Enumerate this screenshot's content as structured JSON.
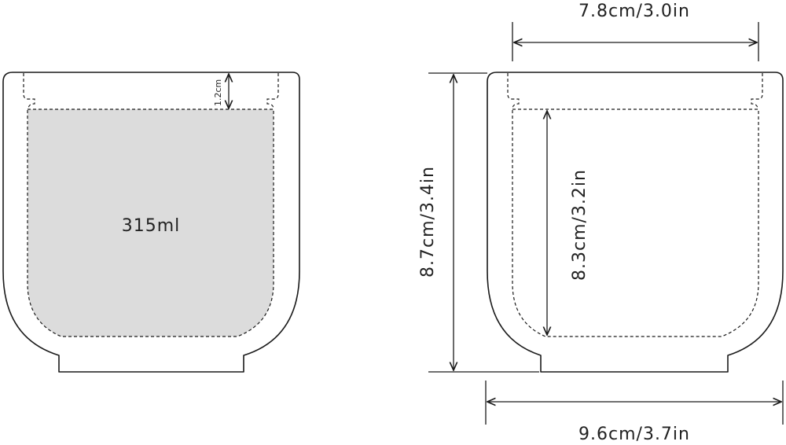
{
  "labels": {
    "capacity": "315ml",
    "rim_depth": "1.2cm",
    "top_width": "7.8cm/3.0in",
    "total_height": "8.7cm/3.4in",
    "inner_height": "8.3cm/3.2in",
    "bottom_width": "9.6cm/3.7in"
  },
  "colors": {
    "stroke": "#1a1a1a",
    "fill_volume": "#dcdcdc",
    "background": "#ffffff"
  }
}
